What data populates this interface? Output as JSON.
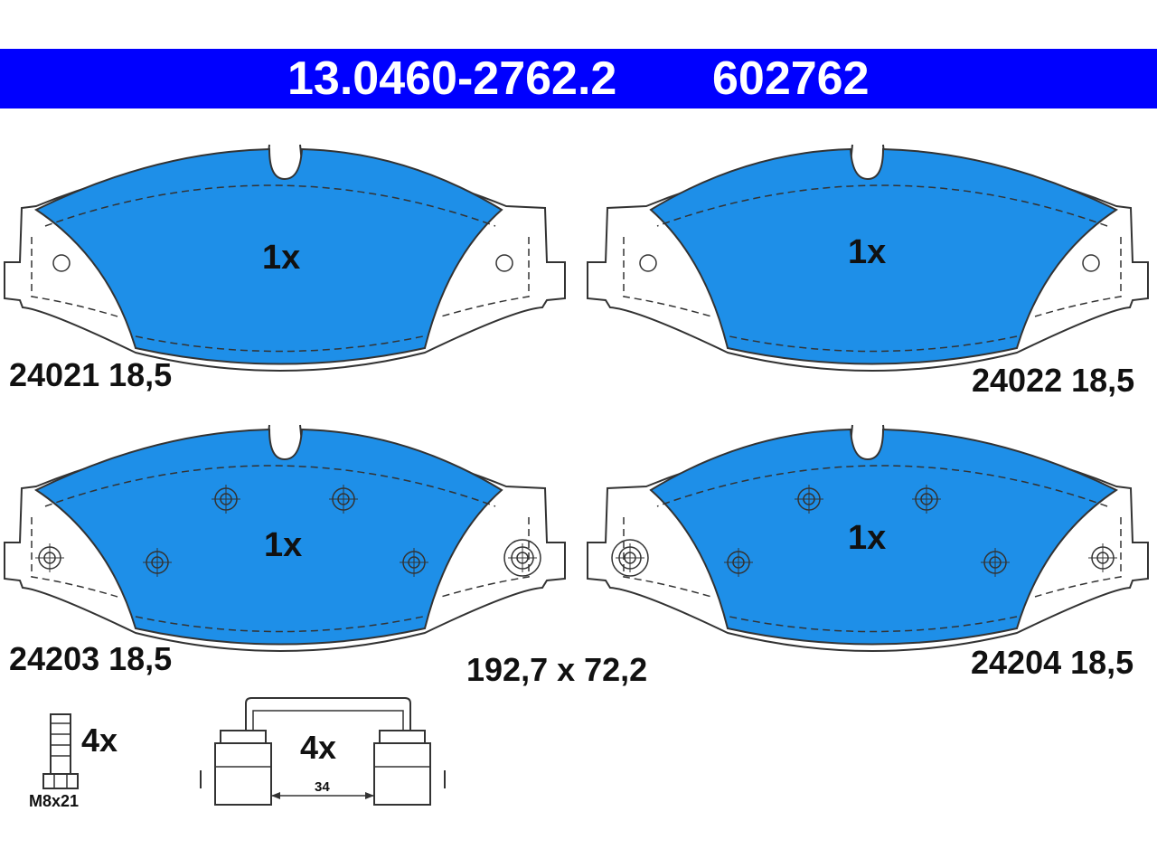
{
  "header": {
    "part_number": "13.0460-2762.2",
    "code": "602762",
    "bg_color": "#0000ff"
  },
  "pads": [
    {
      "qty": "1x",
      "label": "24021 18,5"
    },
    {
      "qty": "1x",
      "label": "24022 18,5"
    },
    {
      "qty": "1x",
      "label": "24203 18,5"
    },
    {
      "qty": "1x",
      "label": "24204 18,5"
    }
  ],
  "dimensions": "192,7 x 72,2",
  "accessories": {
    "bolt": {
      "qty": "4x",
      "label": "M8x21",
      "icon": "bolt-icon"
    },
    "clip": {
      "qty": "4x",
      "dimension": "34",
      "icon": "clip-icon"
    }
  },
  "colors": {
    "pad_fill": "#1e8fe8",
    "outline": "#333333"
  }
}
